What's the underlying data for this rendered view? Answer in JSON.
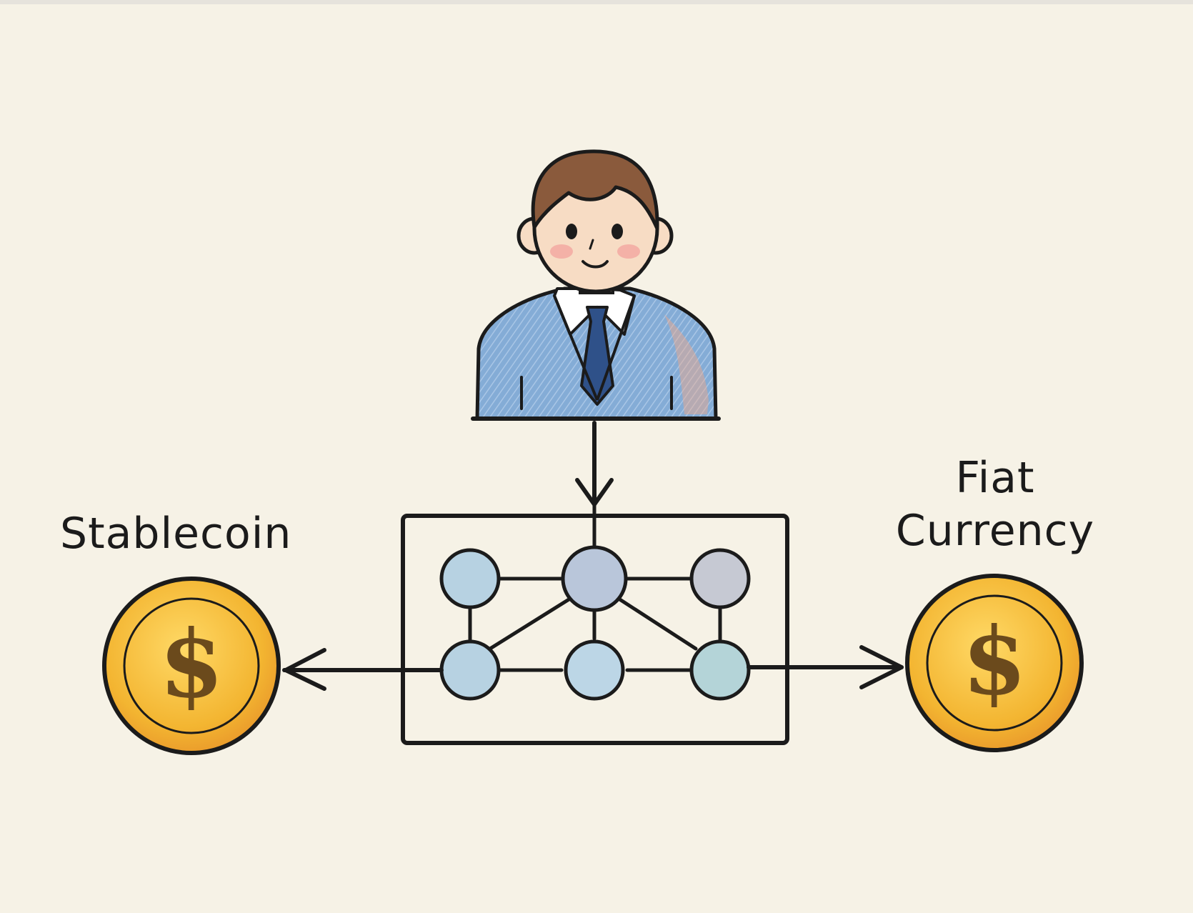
{
  "labels": {
    "left_coin": "Stablecoin",
    "right_coin_line1": "Fiat",
    "right_coin_line2": "Currency"
  },
  "icons": {
    "person": "businessman-icon",
    "network": "network-nodes-icon",
    "left_coin": "dollar-coin-icon",
    "right_coin": "dollar-coin-icon"
  },
  "colors": {
    "background": "#f6f2e6",
    "ink": "#1b1b1b",
    "suit": "#7fa7d3",
    "tie": "#2e4f86",
    "hair": "#8a5a3c",
    "skin": "#f7dcc4",
    "cheek": "#f2a6a0",
    "coin": "#f2b632",
    "coin_edge": "#e89a2a",
    "node": "#b9d3e3"
  }
}
